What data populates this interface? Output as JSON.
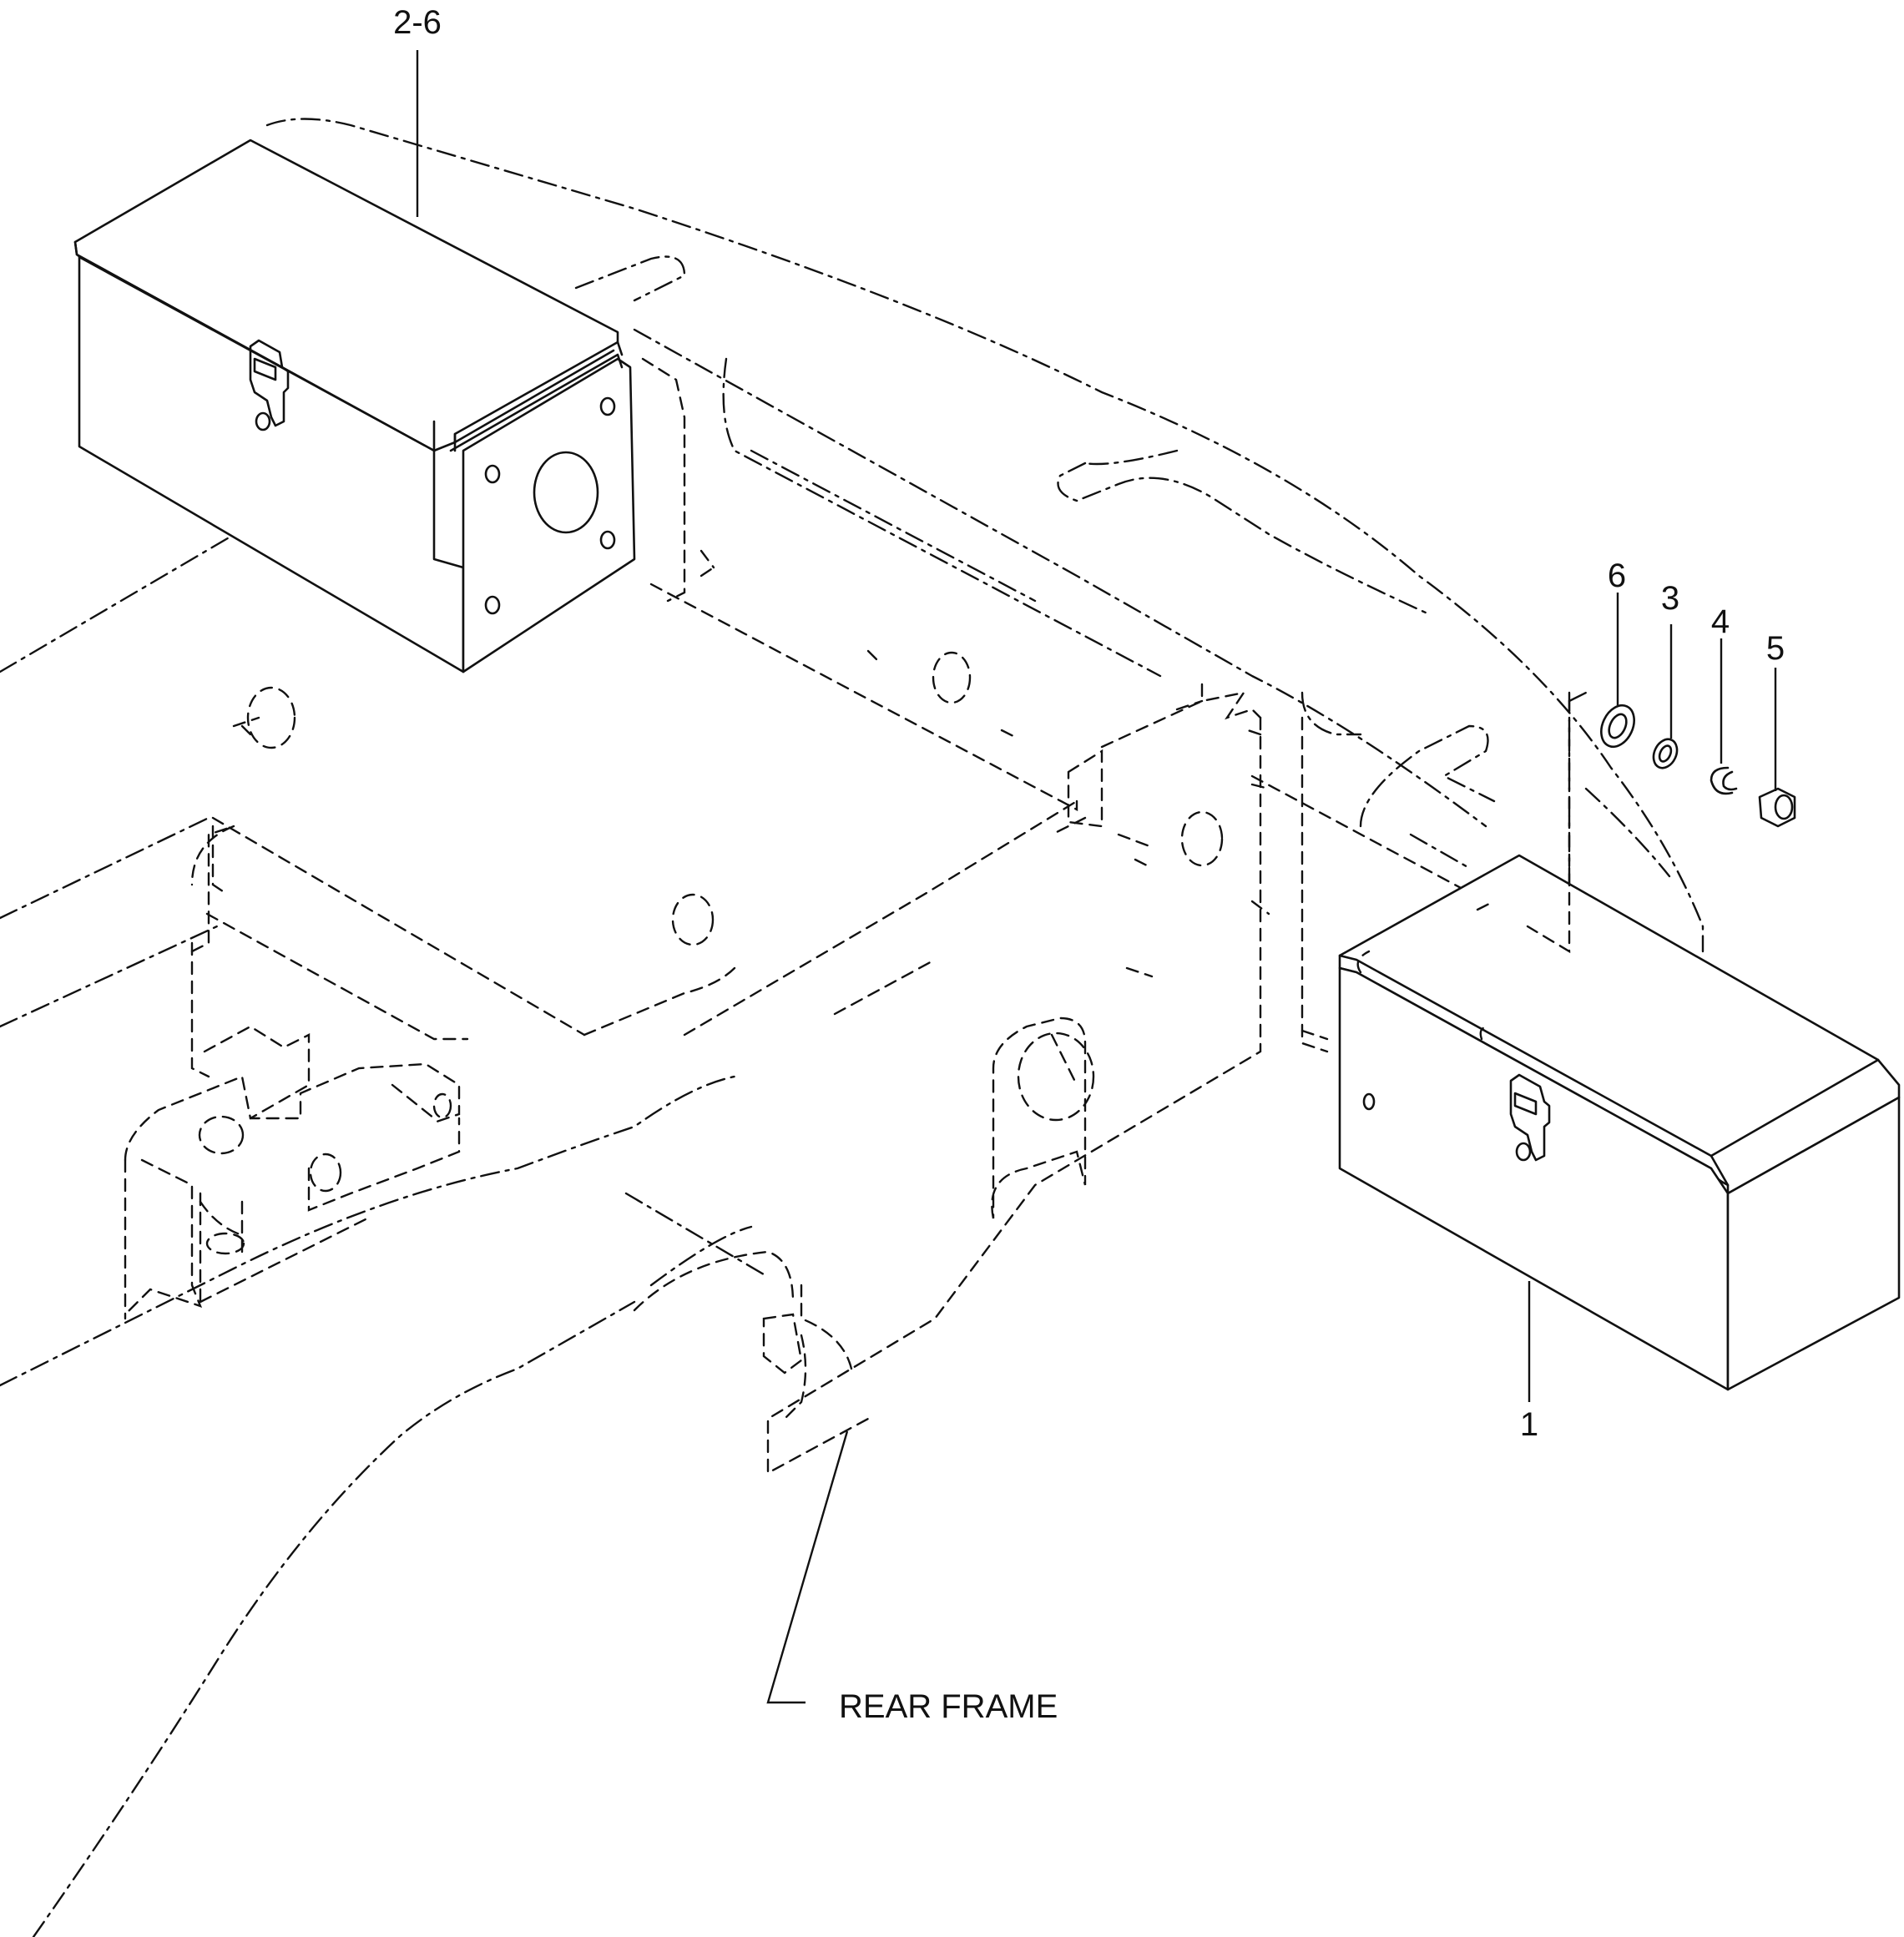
{
  "callouts": {
    "c_2_6": "2-6",
    "c_6": "6",
    "c_3": "3",
    "c_4": "4",
    "c_5": "5",
    "c_1": "1",
    "rear_frame": "REAR FRAME"
  }
}
